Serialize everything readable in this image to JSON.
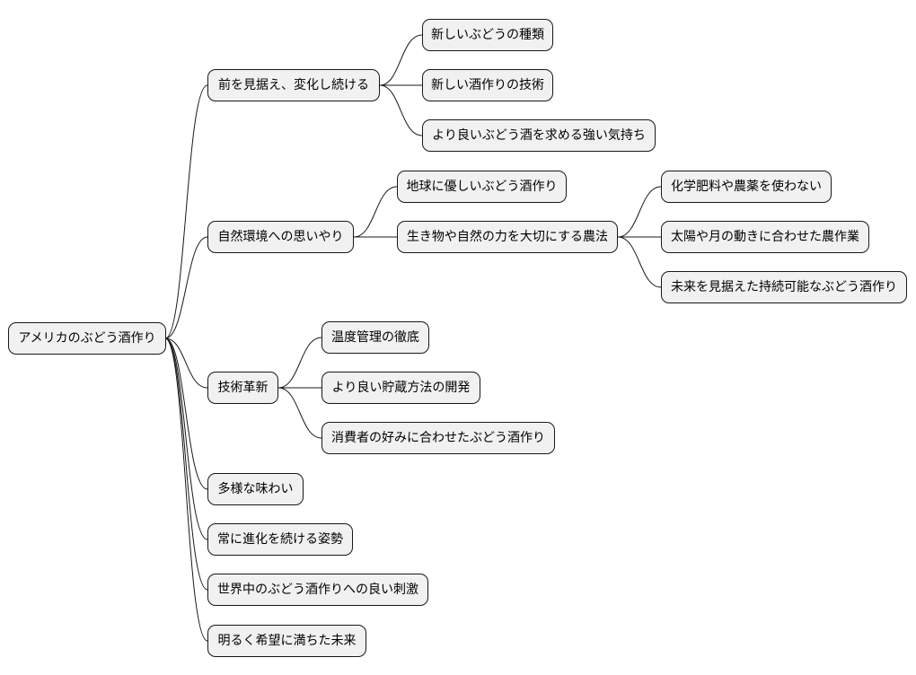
{
  "diagram": {
    "root": "アメリカのぶどう酒作り",
    "branches": [
      {
        "label": "前を見据え、変化し続ける",
        "children": [
          {
            "label": "新しいぶどうの種類"
          },
          {
            "label": "新しい酒作りの技術"
          },
          {
            "label": "より良いぶどう酒を求める強い気持ち"
          }
        ]
      },
      {
        "label": "自然環境への思いやり",
        "children": [
          {
            "label": "地球に優しいぶどう酒作り"
          },
          {
            "label": "生き物や自然の力を大切にする農法",
            "children": [
              {
                "label": "化学肥料や農薬を使わない"
              },
              {
                "label": "太陽や月の動きに合わせた農作業"
              },
              {
                "label": "未来を見据えた持続可能なぶどう酒作り"
              }
            ]
          }
        ]
      },
      {
        "label": "技術革新",
        "children": [
          {
            "label": "温度管理の徹底"
          },
          {
            "label": "より良い貯蔵方法の開発"
          },
          {
            "label": "消費者の好みに合わせたぶどう酒作り"
          }
        ]
      },
      {
        "label": "多様な味わい"
      },
      {
        "label": "常に進化を続ける姿勢"
      },
      {
        "label": "世界中のぶどう酒作りへの良い刺激"
      },
      {
        "label": "明るく希望に満ちた未来"
      }
    ]
  }
}
